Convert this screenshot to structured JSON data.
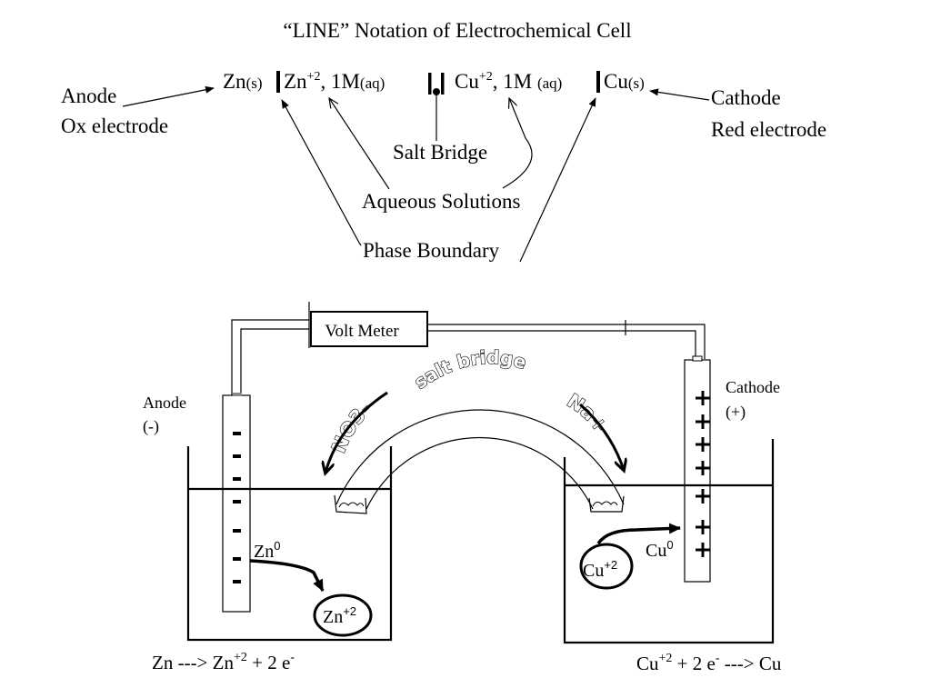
{
  "title": "“LINE” Notation of Electrochemical Cell",
  "notation": {
    "zn": "Zn",
    "zn_state": "(s)",
    "zn_ion": "Zn",
    "zn_ion_charge": "+2",
    "zn_conc": ", 1M",
    "zn_aq": "(aq)",
    "cu_ion": "Cu",
    "cu_ion_charge": "+2",
    "cu_conc": ", 1M ",
    "cu_aq": "(aq)",
    "cu": "Cu",
    "cu_state": "(s)"
  },
  "labels": {
    "anode": "Anode",
    "anode_sub": "Ox electrode",
    "cathode": "Cathode",
    "cathode_sub": "Red electrode",
    "salt_bridge": "Salt Bridge",
    "aqueous": "Aqueous Solutions",
    "phase": "Phase Boundary"
  },
  "cell": {
    "voltmeter": "Volt Meter",
    "salt_bridge_label": "salt bridge",
    "anion": "NO3-",
    "cation": "Na+",
    "anode_label": "Anode",
    "anode_sign": "(-)",
    "cathode_label": "Cathode",
    "cathode_sign": "(+)",
    "minus_sign": "-",
    "plus_sign": "+",
    "zn0": "Zn",
    "zn0_sup": "0",
    "zn2": "Zn",
    "zn2_sup": "+2",
    "cu0": "Cu",
    "cu0_sup": "0",
    "cu2": "Cu",
    "cu2_sup": "+2"
  },
  "equations": {
    "anode_left": "Zn ---> Zn",
    "anode_sup": "+2",
    "anode_right": " + 2 e",
    "anode_e_sup": "-",
    "cathode_left": "Cu",
    "cathode_sup": "+2",
    "cathode_mid": " + 2 e",
    "cathode_e_sup": "-",
    "cathode_right": " ---> Cu"
  }
}
